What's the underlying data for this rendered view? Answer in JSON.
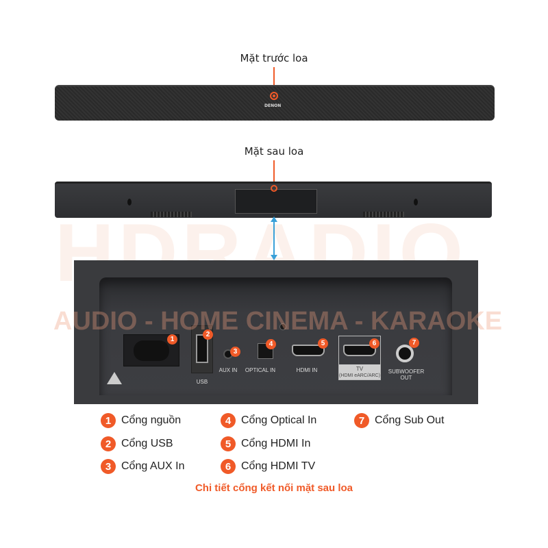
{
  "front": {
    "title": "Mặt trước loa",
    "brand": "DENON"
  },
  "back": {
    "title": "Mặt sau loa"
  },
  "watermark": {
    "logo": "HDRADIO",
    "tagline": "AUDIO - HOME CINEMA - KARAOKE"
  },
  "ports": [
    {
      "num": "1",
      "label": ""
    },
    {
      "num": "2",
      "label": "USB"
    },
    {
      "num": "3",
      "label": "AUX IN"
    },
    {
      "num": "4",
      "label": "OPTICAL IN"
    },
    {
      "num": "5",
      "label": "HDMI IN"
    },
    {
      "num": "6",
      "label": "TV",
      "sub": "(HDMI eARC/ARC)"
    },
    {
      "num": "7",
      "label": "SUBWOOFER",
      "sub": "OUT"
    }
  ],
  "legend": [
    {
      "num": "1",
      "text": "Cổng nguồn"
    },
    {
      "num": "2",
      "text": "Cổng USB"
    },
    {
      "num": "3",
      "text": "Cổng AUX In"
    },
    {
      "num": "4",
      "text": "Cổng Optical In"
    },
    {
      "num": "5",
      "text": "Cổng HDMI In"
    },
    {
      "num": "6",
      "text": "Cổng HDMI TV"
    },
    {
      "num": "7",
      "text": "Cổng Sub Out"
    }
  ],
  "caption": "Chi tiết cổng kết nối mặt sau loa",
  "colors": {
    "accent": "#f05a28",
    "arrow": "#3aa0d8",
    "device": "#2f3033"
  }
}
